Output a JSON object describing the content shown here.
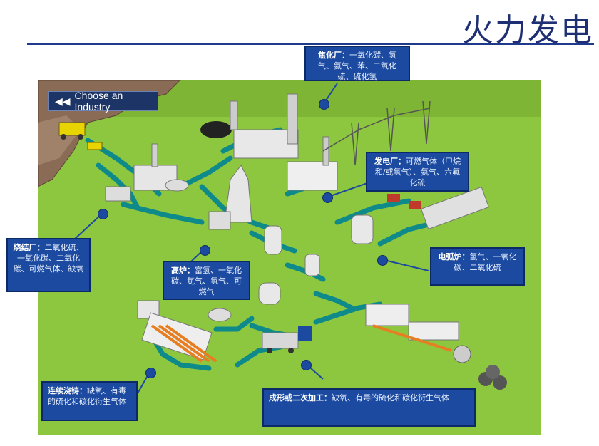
{
  "title": "火力发电",
  "choose_button": {
    "label": "Choose an Industry",
    "icon": "double-left-arrow-icon"
  },
  "callouts": {
    "coking": {
      "name": "焦化厂：",
      "text": "一氧化碳、氢气、氨气、苯、二氧化硫、硫化氢"
    },
    "power_plant": {
      "name": "发电厂：",
      "text": "可燃气体（甲烷和/或氢气）、氨气、六氟化硫"
    },
    "sinter": {
      "name": "烧结厂：",
      "text": "二氧化硫、一氧化碳、二氧化碳、可燃气体、缺氧"
    },
    "blast_furnace": {
      "name": "高炉：",
      "text": "富氢、一氧化碳、氮气、氢气、可燃气"
    },
    "arc_furnace": {
      "name": "电弧炉：",
      "text": "氢气、一氧化碳、二氧化硫"
    },
    "casting": {
      "name": "连续浇铸：",
      "text": "缺氧、有毒的硫化和碳化衍生气体"
    },
    "forming": {
      "name": "成形或二次加工：",
      "text": "缺氧、有毒的硫化和碳化衍生气体"
    }
  },
  "colors": {
    "ground": "#8dc63f",
    "pipe": "#0f8a8a",
    "callout": "#1b4aa0",
    "title": "#1f2f73"
  }
}
